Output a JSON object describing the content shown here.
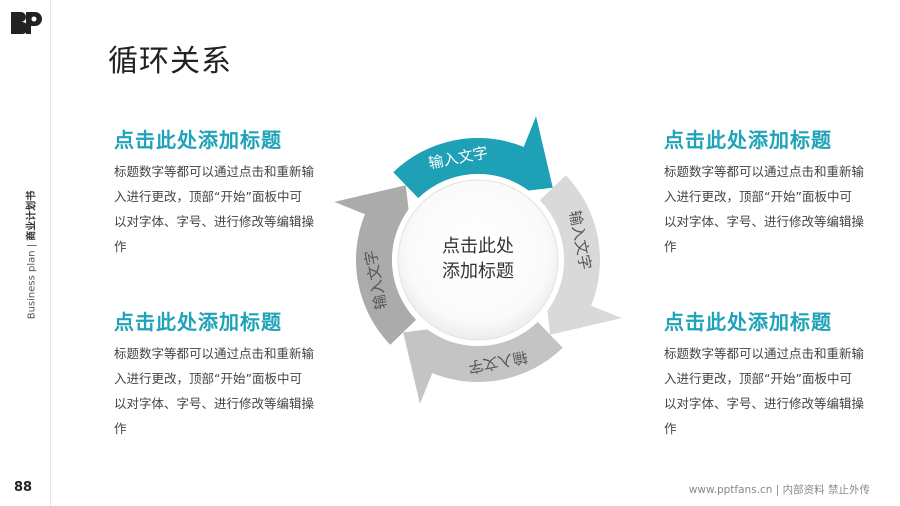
{
  "header": {
    "title": "循环关系"
  },
  "sidebar": {
    "text_prefix": "Business plan | ",
    "text_bold": "商业计划书",
    "page_number": "88"
  },
  "blocks": [
    {
      "title": "点击此处添加标题",
      "body": "标题数字等都可以通过点击和重新输入进行更改，顶部“开始”面板中可以对字体、字号、进行修改等编辑操作"
    },
    {
      "title": "点击此处添加标题",
      "body": "标题数字等都可以通过点击和重新输入进行更改，顶部“开始”面板中可以对字体、字号、进行修改等编辑操作"
    },
    {
      "title": "点击此处添加标题",
      "body": "标题数字等都可以通过点击和重新输入进行更改，顶部“开始”面板中可以对字体、字号、进行修改等编辑操作"
    },
    {
      "title": "点击此处添加标题",
      "body": "标题数字等都可以通过点击和重新输入进行更改，顶部“开始”面板中可以对字体、字号、进行修改等编辑操作"
    }
  ],
  "cycle": {
    "center_line1": "点击此处",
    "center_line2": "添加标题",
    "arrows": [
      {
        "label": "输入文字",
        "color": "#1ea0b6"
      },
      {
        "label": "输入文字",
        "color": "#d9d9d9"
      },
      {
        "label": "输入文字",
        "color": "#c4c4c4"
      },
      {
        "label": "输入文字",
        "color": "#ababab"
      }
    ]
  },
  "footer": {
    "text": "www.pptfans.cn | 内部资料 禁止外传"
  }
}
